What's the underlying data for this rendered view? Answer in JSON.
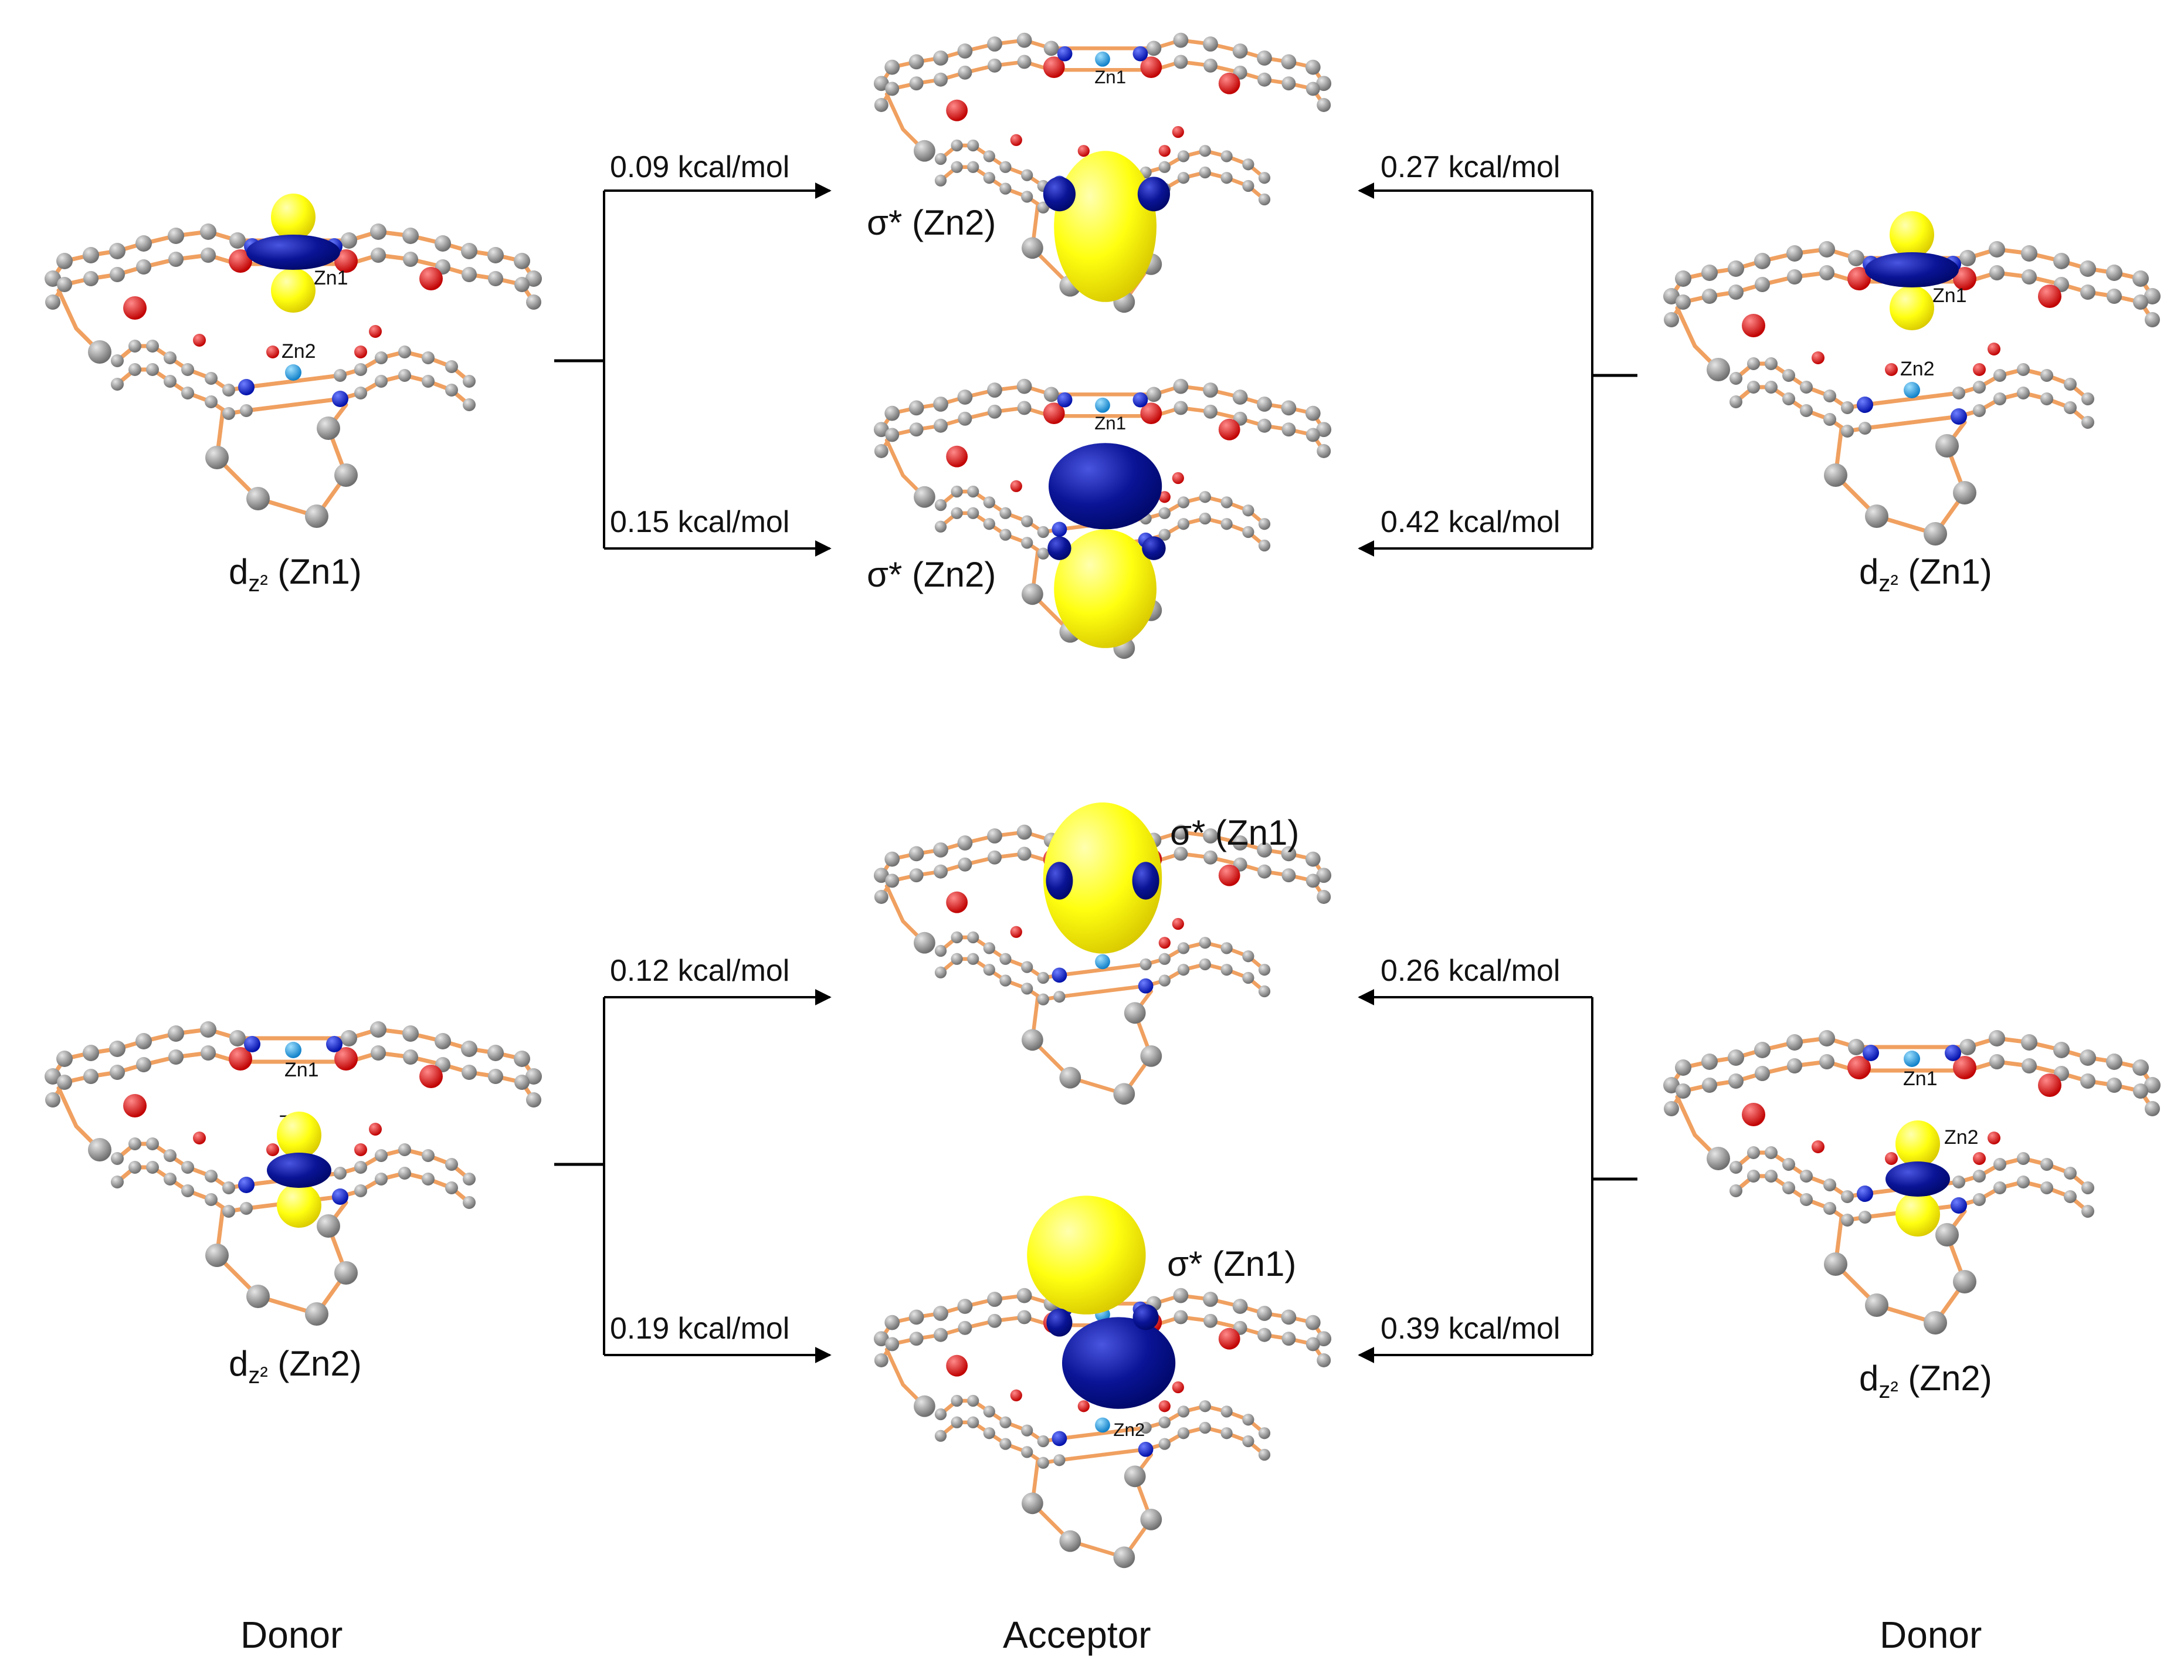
{
  "colors": {
    "carbon": "#8f8f8f",
    "oxygen": "#ff0000",
    "nitrogen": "#0a1fd6",
    "zinc": "#1ea0e6",
    "bond": "#f0a060",
    "lobe_positive": "#ffff10",
    "lobe_negative": "#0a1496",
    "line": "#000000"
  },
  "atom_labels": {
    "zn1": "Zn1",
    "zn2": "Zn2"
  },
  "footer": {
    "left": "Donor",
    "center": "Acceptor",
    "right": "Donor"
  },
  "panels": [
    {
      "left_donor": {
        "label": "d",
        "sub": "z²",
        "site": "(Zn1)"
      },
      "right_donor": {
        "label": "d",
        "sub": "z²",
        "site": "(Zn1)"
      },
      "acceptors": [
        {
          "label": "σ* (Zn2)",
          "left_energy": "0.09 kcal/mol",
          "right_energy": "0.27 kcal/mol"
        },
        {
          "label": "σ* (Zn2)",
          "left_energy": "0.15 kcal/mol",
          "right_energy": "0.42 kcal/mol"
        }
      ]
    },
    {
      "left_donor": {
        "label": "d",
        "sub": "z²",
        "site": "(Zn2)"
      },
      "right_donor": {
        "label": "d",
        "sub": "z²",
        "site": "(Zn2)"
      },
      "acceptors": [
        {
          "label": "σ* (Zn1)",
          "left_energy": "0.12 kcal/mol",
          "right_energy": "0.26 kcal/mol"
        },
        {
          "label": "σ* (Zn1)",
          "left_energy": "0.19 kcal/mol",
          "right_energy": "0.39 kcal/mol"
        }
      ]
    }
  ]
}
